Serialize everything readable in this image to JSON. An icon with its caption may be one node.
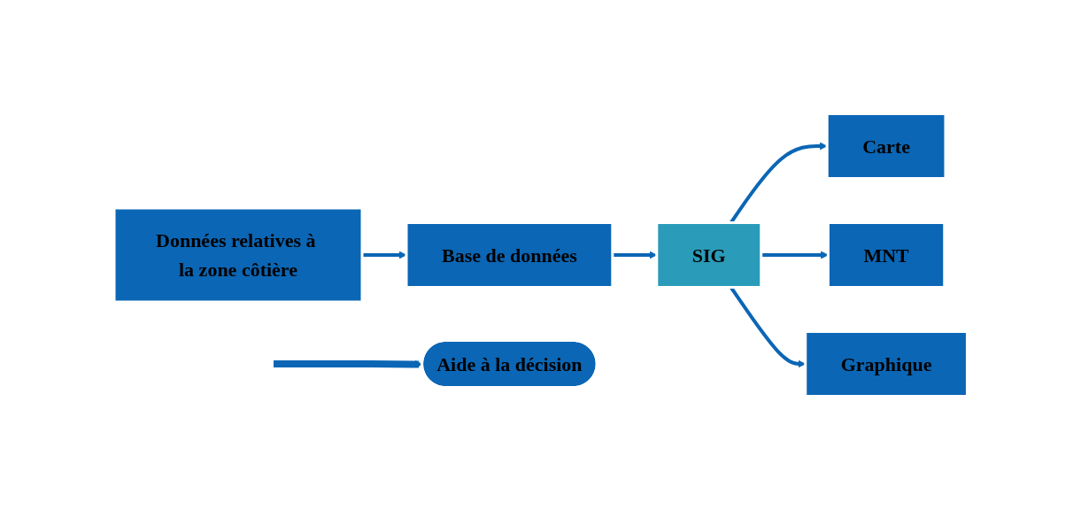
{
  "diagram": {
    "nodes": [
      {
        "text": [
          "Données relatives à la zone côtière"
        ]
      },
      {
        "text": [
          "Base de données"
        ]
      },
      {
        "text": [
          "SIG"
        ]
      },
      {
        "text": [
          "Carte"
        ]
      },
      {
        "text": [
          "Graphique"
        ]
      },
      {
        "text": [
          "MNT"
        ]
      },
      {
        "text": [
          "Aide à la décision"
        ]
      }
    ],
    "edges": [
      {
        "from": 0,
        "to": 1,
        "arrow": "to"
      },
      {
        "from": 1,
        "to": 2,
        "arrow": "to"
      },
      {
        "from": 2,
        "to": 3,
        "arrow": "to"
      },
      {
        "from": 2,
        "to": 5,
        "arrow": "to"
      },
      {
        "from": 2,
        "to": 4,
        "arrow": "to"
      },
      {
        "from": null,
        "to": 6,
        "arrow": "to",
        "style": "thick"
      }
    ]
  }
}
